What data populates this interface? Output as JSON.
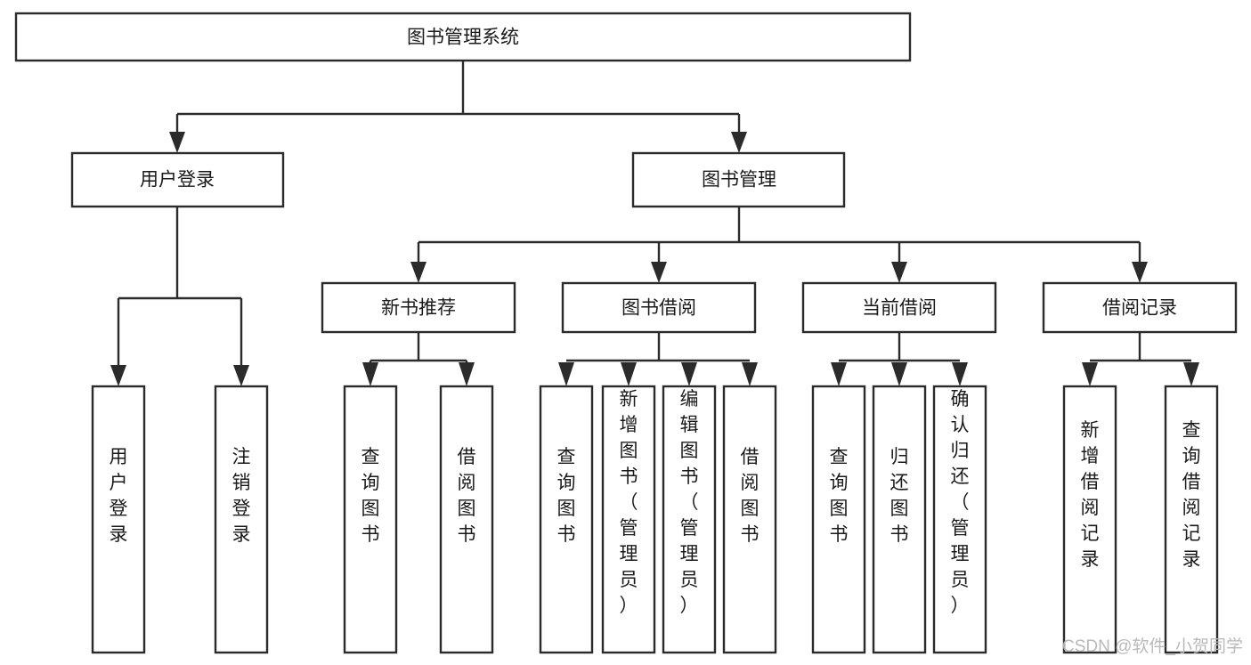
{
  "diagram": {
    "title": "图书管理系统",
    "orientation": "top-down-tree",
    "levels": 4,
    "root": {
      "id": "root",
      "label": "图书管理系统",
      "orientation": "horizontal"
    },
    "level2": [
      {
        "id": "user-login",
        "label": "用户登录",
        "orientation": "horizontal"
      },
      {
        "id": "book-manage",
        "label": "图书管理",
        "orientation": "horizontal"
      }
    ],
    "level3": [
      {
        "id": "new-book-recommend",
        "label": "新书推荐",
        "orientation": "horizontal",
        "parent": "book-manage"
      },
      {
        "id": "book-borrow",
        "label": "图书借阅",
        "orientation": "horizontal",
        "parent": "book-manage"
      },
      {
        "id": "current-borrow",
        "label": "当前借阅",
        "orientation": "horizontal",
        "parent": "book-manage"
      },
      {
        "id": "borrow-record",
        "label": "借阅记录",
        "orientation": "horizontal",
        "parent": "book-manage"
      }
    ],
    "leaves": [
      {
        "id": "leaf-user-login",
        "label": "用户登录",
        "orientation": "vertical",
        "parent": "user-login"
      },
      {
        "id": "leaf-user-logout",
        "label": "注销登录",
        "orientation": "vertical",
        "parent": "user-login"
      },
      {
        "id": "leaf-query-book-1",
        "label": "查询图书",
        "orientation": "vertical",
        "parent": "new-book-recommend"
      },
      {
        "id": "leaf-borrow-book-1",
        "label": "借阅图书",
        "orientation": "vertical",
        "parent": "new-book-recommend"
      },
      {
        "id": "leaf-query-book-2",
        "label": "查询图书",
        "orientation": "vertical",
        "parent": "book-borrow"
      },
      {
        "id": "leaf-add-book",
        "label": "新增图书（管理员）",
        "orientation": "vertical",
        "parent": "book-borrow"
      },
      {
        "id": "leaf-edit-book",
        "label": "编辑图书（管理员）",
        "orientation": "vertical",
        "parent": "book-borrow"
      },
      {
        "id": "leaf-borrow-book-2",
        "label": "借阅图书",
        "orientation": "vertical",
        "parent": "book-borrow"
      },
      {
        "id": "leaf-query-book-3",
        "label": "查询图书",
        "orientation": "vertical",
        "parent": "current-borrow"
      },
      {
        "id": "leaf-return-book",
        "label": "归还图书",
        "orientation": "vertical",
        "parent": "current-borrow"
      },
      {
        "id": "leaf-confirm-return",
        "label": "确认归还（管理员）",
        "orientation": "vertical",
        "parent": "current-borrow"
      },
      {
        "id": "leaf-add-record",
        "label": "新增借阅记录",
        "orientation": "vertical",
        "parent": "borrow-record"
      },
      {
        "id": "leaf-query-record",
        "label": "查询借阅记录",
        "orientation": "vertical",
        "parent": "borrow-record"
      }
    ],
    "watermark": "CSDN @软件_小贺同学",
    "colors": {
      "box_stroke": "#2b2b2b",
      "box_fill": "#ffffff",
      "text": "#1a1a1a",
      "background": "#ffffff",
      "watermark": "#b9b9b9"
    }
  }
}
